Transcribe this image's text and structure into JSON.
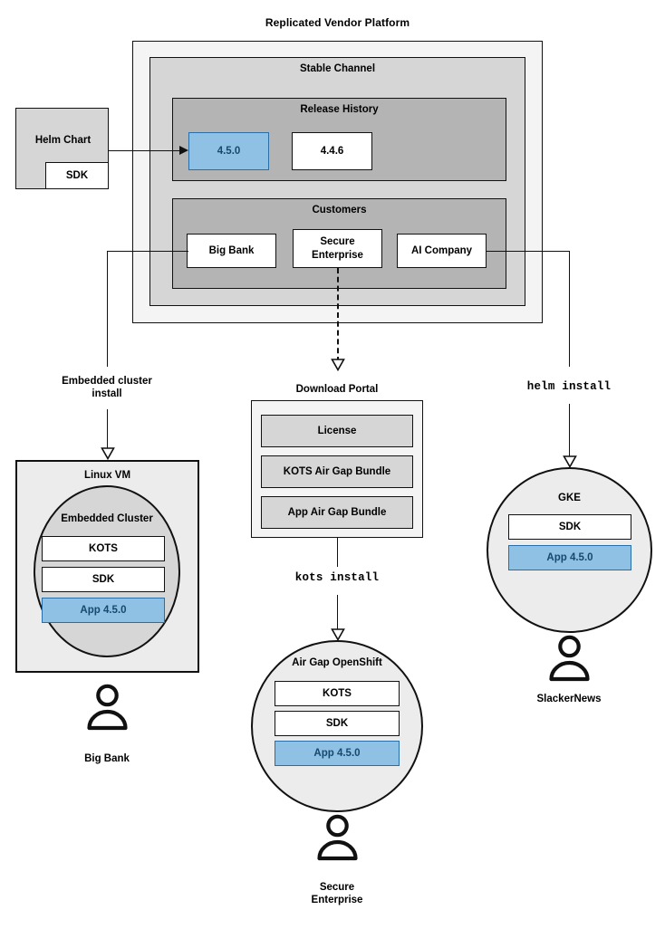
{
  "diagram": {
    "title": "Replicated Vendor Platform",
    "platform": {
      "channel_label": "Stable Channel",
      "release_history": {
        "label": "Release History",
        "releases": [
          {
            "version": "4.5.0",
            "state": "current",
            "color": "#8ec1e4"
          },
          {
            "version": "4.4.6",
            "state": "previous",
            "color": "#ffffff"
          }
        ]
      },
      "customers": {
        "label": "Customers",
        "items": [
          {
            "name": "Big Bank"
          },
          {
            "name": "Secure\nEnterprise",
            "line1": "Secure",
            "line2": "Enterprise"
          },
          {
            "name": "AI Company"
          }
        ]
      }
    },
    "helm_chart": {
      "label": "Helm Chart",
      "sdk_label": "SDK"
    },
    "edges": {
      "embedded_cluster_install": "Embedded cluster\ninstall",
      "embedded_cluster_install_l1": "Embedded cluster",
      "embedded_cluster_install_l2": "install",
      "kots_install": "kots install",
      "helm_install": "helm install"
    },
    "download_portal": {
      "label": "Download Portal",
      "items": [
        "License",
        "KOTS Air Gap Bundle",
        "App Air Gap Bundle"
      ]
    },
    "targets": [
      {
        "id": "linux-vm",
        "label": "Linux VM",
        "inner_label": "Embedded Cluster",
        "components": [
          {
            "name": "KOTS",
            "highlight": false
          },
          {
            "name": "SDK",
            "highlight": false
          },
          {
            "name": "App 4.5.0",
            "highlight": true
          }
        ],
        "customer": "Big Bank"
      },
      {
        "id": "air-gap-openshift",
        "label": "Air Gap OpenShift",
        "components": [
          {
            "name": "KOTS",
            "highlight": false
          },
          {
            "name": "SDK",
            "highlight": false
          },
          {
            "name": "App 4.5.0",
            "highlight": true
          }
        ],
        "customer_l1": "Secure",
        "customer_l2": "Enterprise"
      },
      {
        "id": "gke",
        "label": "GKE",
        "components": [
          {
            "name": "SDK",
            "highlight": false
          },
          {
            "name": "App 4.5.0",
            "highlight": true
          }
        ],
        "customer": "SlackerNews"
      }
    ],
    "colors": {
      "accent_blue_fill": "#8ec1e4",
      "accent_blue_border": "#2a6ea8",
      "accent_blue_text": "#17496f",
      "platform_bg": "#f4f4f4",
      "channel_bg": "#d6d6d6",
      "subgroup_bg": "#b4b4b4",
      "stroke": "#111111"
    }
  }
}
